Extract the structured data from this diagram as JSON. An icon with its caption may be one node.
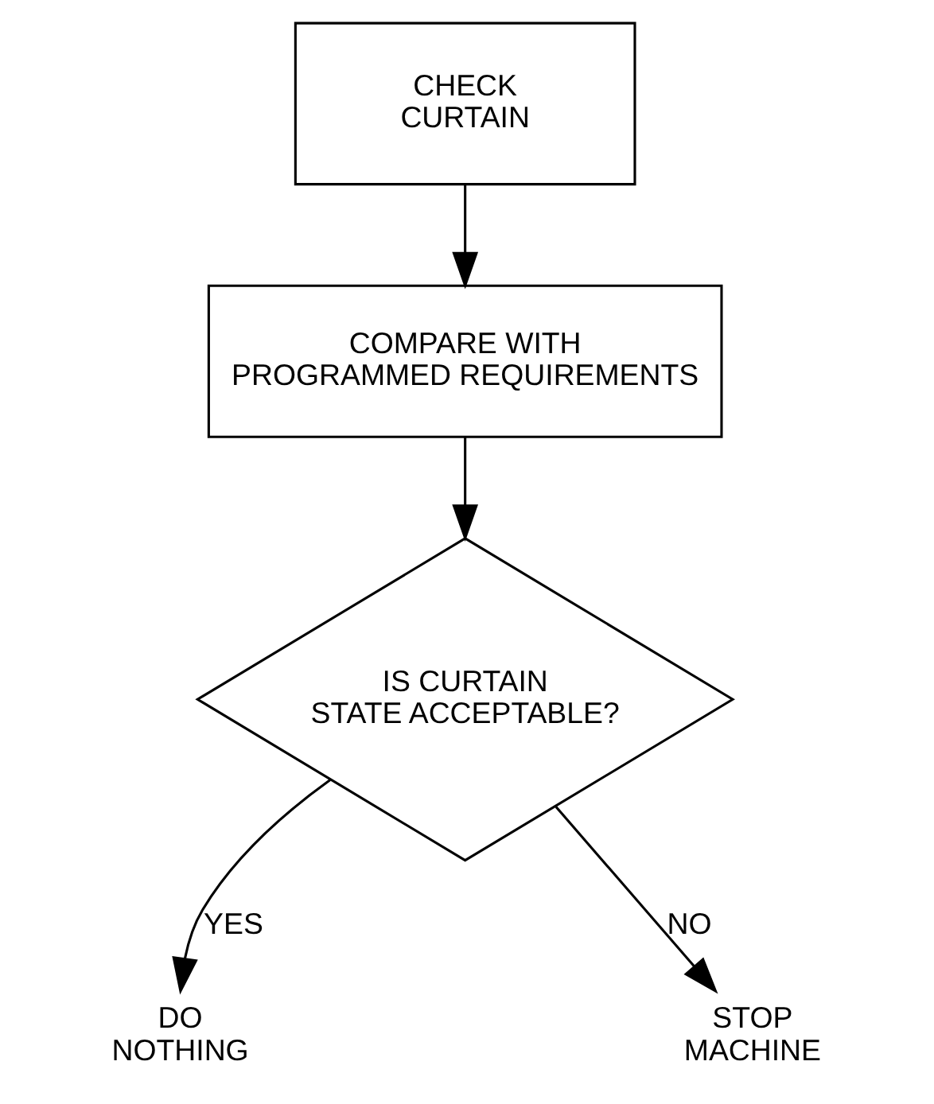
{
  "diagram": {
    "nodes": [
      {
        "text": [
          "CHECK CURTAIN"
        ]
      },
      {
        "text": [
          "COMPARE WITH PROGRAMMED REQUIREMENTS"
        ]
      },
      {
        "text": [
          "IS CURTAIN STATE ACCEPTABLE?"
        ]
      },
      {
        "text": [
          "DO NOTHING"
        ]
      },
      {
        "text": [
          "STOP MACHINE"
        ]
      }
    ],
    "edges": [
      {
        "from": 0,
        "to": 1,
        "arrow": "to"
      },
      {
        "from": 1,
        "to": 2,
        "arrow": "to"
      },
      {
        "from": 2,
        "to": 3,
        "arrow": "to",
        "label": "YES"
      },
      {
        "from": 2,
        "to": 4,
        "arrow": "to",
        "label": "NO"
      }
    ]
  }
}
